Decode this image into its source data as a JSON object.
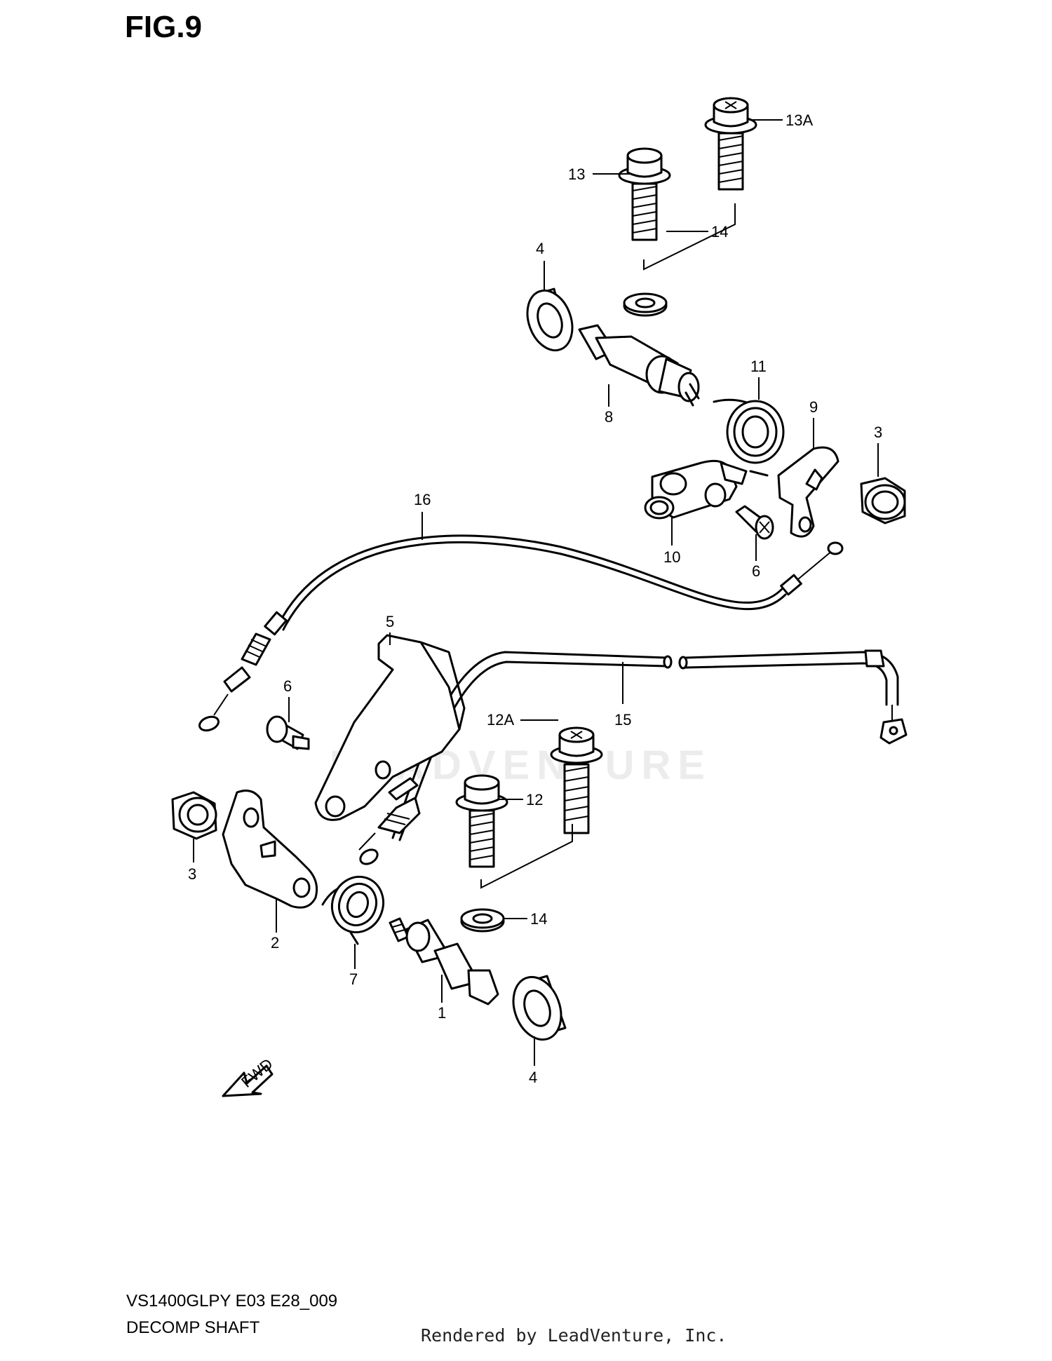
{
  "figure": {
    "title": "FIG.9"
  },
  "model": {
    "code": "VS1400GLPY E03 E28_009",
    "name": "DECOMP SHAFT"
  },
  "footer": {
    "rendered_by": "Rendered by LeadVenture, Inc."
  },
  "watermark": {
    "text": "LEADVENTURE"
  },
  "fwd_arrow": {
    "label": "FWD"
  },
  "callouts": {
    "c13A": "13A",
    "c13": "13",
    "c4a": "4",
    "c14a": "14",
    "c8": "8",
    "c11": "11",
    "c9": "9",
    "c3a": "3",
    "c10": "10",
    "c6a": "6",
    "c16": "16",
    "c5": "5",
    "c6b": "6",
    "c15": "15",
    "c12A": "12A",
    "c3b": "3",
    "c12": "12",
    "c2": "2",
    "c14b": "14",
    "c7": "7",
    "c1": "1",
    "c4b": "4"
  }
}
